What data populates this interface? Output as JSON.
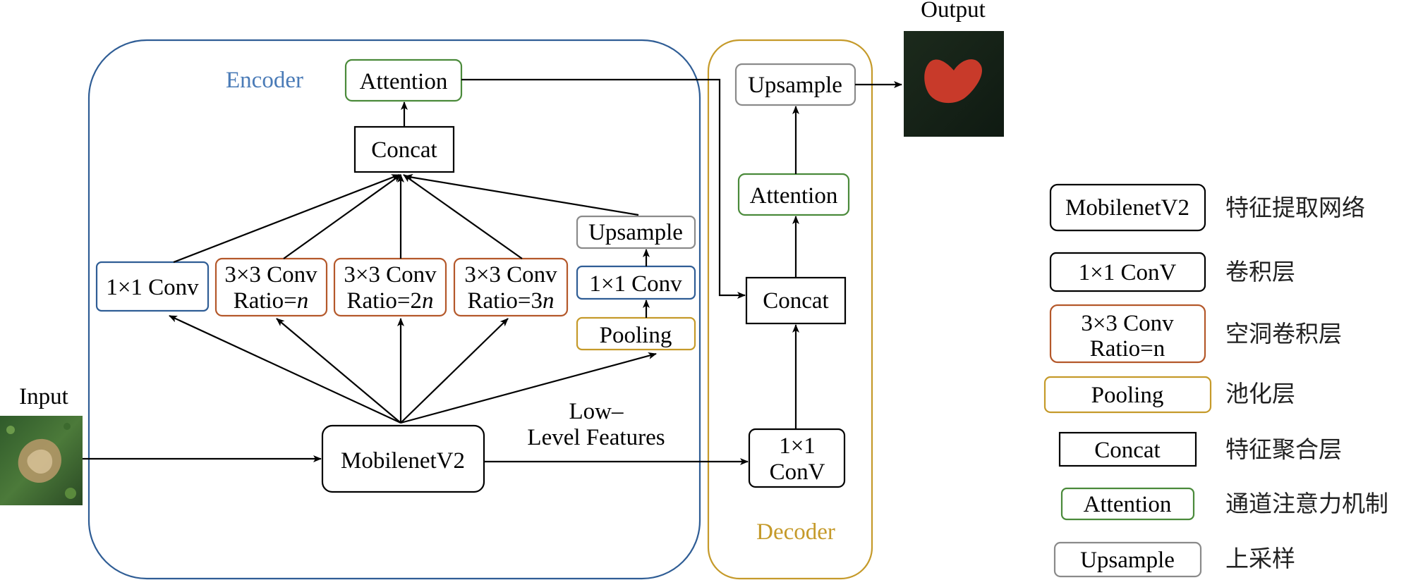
{
  "colors": {
    "encoder": "#2f5d95",
    "decoder": "#c59a2a",
    "orange": "#b4582a",
    "blue": "#2f5d95",
    "green": "#4a8a3a",
    "gold": "#c59a2a",
    "gray": "#8a8a8a",
    "black": "#000000"
  },
  "labels": {
    "input": "Input",
    "output": "Output",
    "encoder": "Encoder",
    "decoder": "Decoder",
    "low_level_1": "Low–",
    "low_level_2": "Level Features"
  },
  "encoder": {
    "backbone": "MobilenetV2",
    "conv1x1": "1×1 Conv",
    "atrous": [
      {
        "line1": "3×3 Conv",
        "line2_prefix": "Ratio=",
        "line2_italic": "n"
      },
      {
        "line1": "3×3 Conv",
        "line2_prefix": "Ratio=2",
        "line2_italic": "n"
      },
      {
        "line1": "3×3 Conv",
        "line2_prefix": "Ratio=3",
        "line2_italic": "n"
      }
    ],
    "pooling": "Pooling",
    "pool_conv": "1×1 Conv",
    "pool_upsample": "Upsample",
    "concat": "Concat",
    "attention": "Attention"
  },
  "decoder": {
    "conv_line1": "1×1",
    "conv_line2": "ConV",
    "concat": "Concat",
    "attention": "Attention",
    "upsample": "Upsample"
  },
  "legend": [
    {
      "box": "MobilenetV2",
      "desc": "特征提取网络",
      "color": "black"
    },
    {
      "box": "1×1 ConV",
      "desc": "卷积层",
      "color": "black"
    },
    {
      "box": "3×3 Conv",
      "box2": "Ratio=n",
      "desc": "空洞卷积层",
      "color": "orange"
    },
    {
      "box": "Pooling",
      "desc": "池化层",
      "color": "gold"
    },
    {
      "box": "Concat",
      "desc": "特征聚合层",
      "color": "black"
    },
    {
      "box": "Attention",
      "desc": "通道注意力机制",
      "color": "green"
    },
    {
      "box": "Upsample",
      "desc": "上采样",
      "color": "gray"
    }
  ]
}
